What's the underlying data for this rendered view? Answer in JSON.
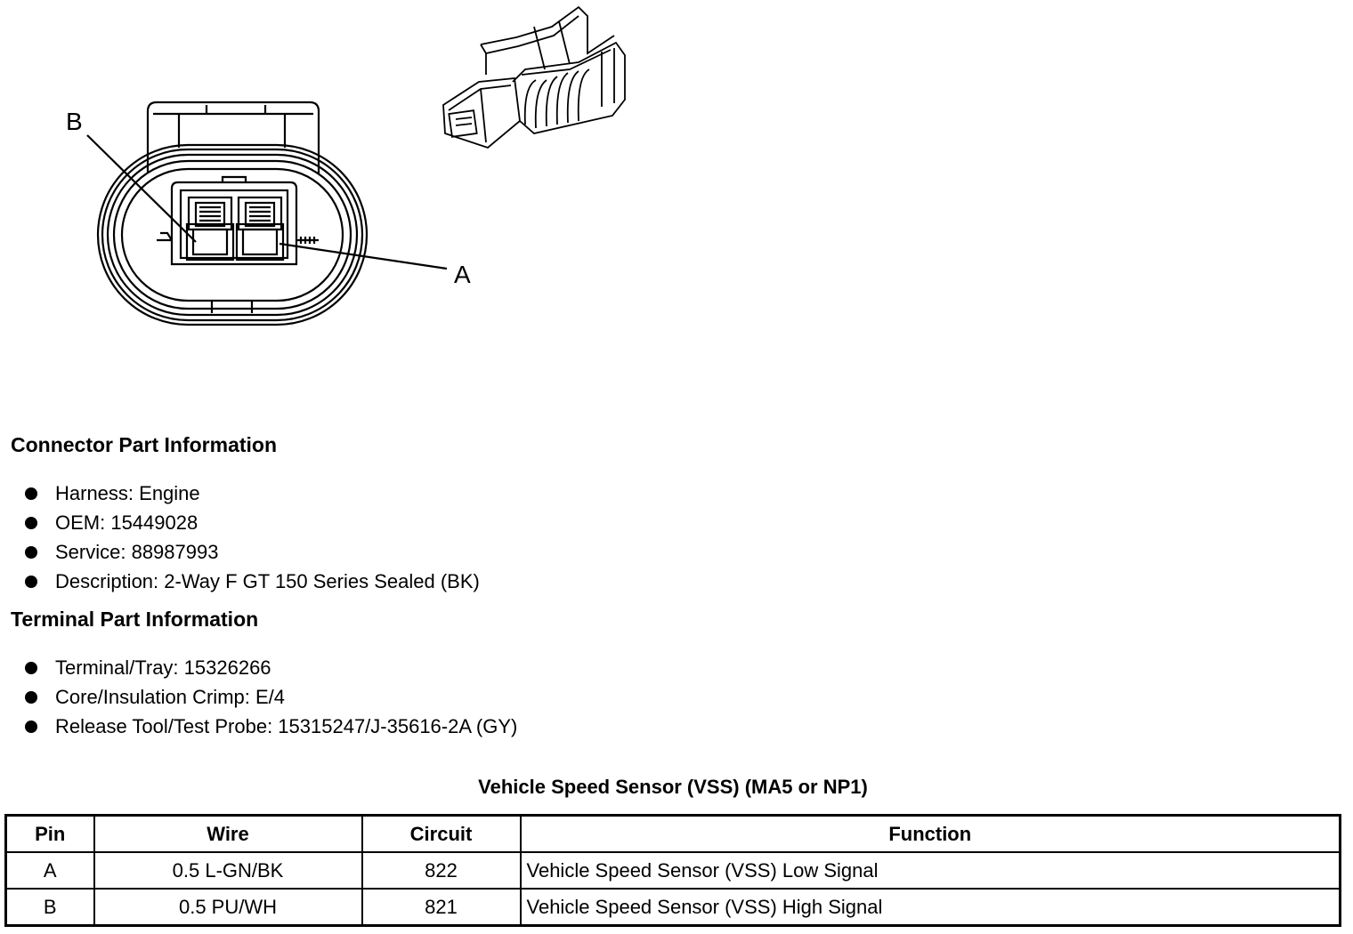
{
  "diagram": {
    "label_b": "B",
    "label_a": "A"
  },
  "connector_info": {
    "title": "Connector Part Information",
    "items": [
      "Harness: Engine",
      "OEM: 15449028",
      "Service: 88987993",
      "Description: 2-Way F GT 150 Series Sealed (BK)"
    ]
  },
  "terminal_info": {
    "title": "Terminal Part Information",
    "items": [
      "Terminal/Tray: 15326266",
      "Core/Insulation Crimp: E/4",
      "Release Tool/Test Probe: 15315247/J-35616-2A (GY)"
    ]
  },
  "pin_table": {
    "title": "Vehicle Speed Sensor (VSS) (MA5 or NP1)",
    "headers": [
      "Pin",
      "Wire",
      "Circuit",
      "Function"
    ],
    "rows": [
      [
        "A",
        "0.5 L-GN/BK",
        "822",
        "Vehicle Speed Sensor (VSS) Low Signal"
      ],
      [
        "B",
        "0.5 PU/WH",
        "821",
        "Vehicle Speed Sensor (VSS) High Signal"
      ]
    ]
  }
}
